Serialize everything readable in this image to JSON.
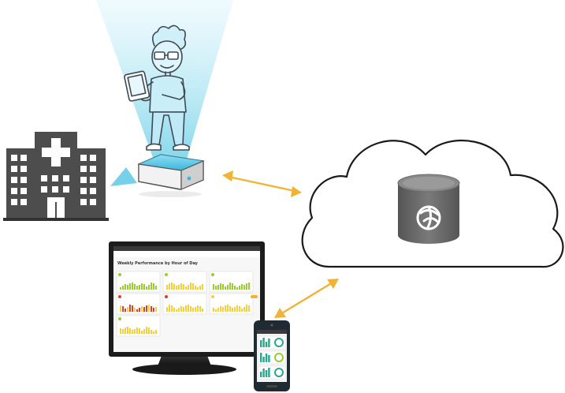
{
  "diagram": {
    "nodes": [
      {
        "id": "hospital",
        "icon": "hospital-building-icon"
      },
      {
        "id": "sensor",
        "icon": "sensor-hub-device-icon"
      },
      {
        "id": "person",
        "icon": "person-with-tablet-illustration"
      },
      {
        "id": "cloud",
        "icon": "cloud-icon"
      },
      {
        "id": "database",
        "icon": "database-cylinder-icon"
      },
      {
        "id": "monitor",
        "icon": "desktop-monitor-icon"
      },
      {
        "id": "phone",
        "icon": "smartphone-icon"
      }
    ],
    "edges": [
      {
        "from": "sensor",
        "to": "cloud",
        "style": "bidirectional-arrow"
      },
      {
        "from": "phone",
        "to": "cloud",
        "style": "bidirectional-arrow"
      }
    ],
    "colors": {
      "arrow": "#f2b233",
      "beam": "#7fd6ea",
      "device": "#5ec8e6",
      "building": "#4d4d4d",
      "database": "#6b6b6b",
      "bar_green": "#9acd32",
      "bar_yellow": "#f4d03f",
      "bar_red": "#d9412b",
      "phone_teal": "#2ca58d"
    }
  },
  "dashboard": {
    "title": "Weekly Performance by Hour of Day"
  }
}
